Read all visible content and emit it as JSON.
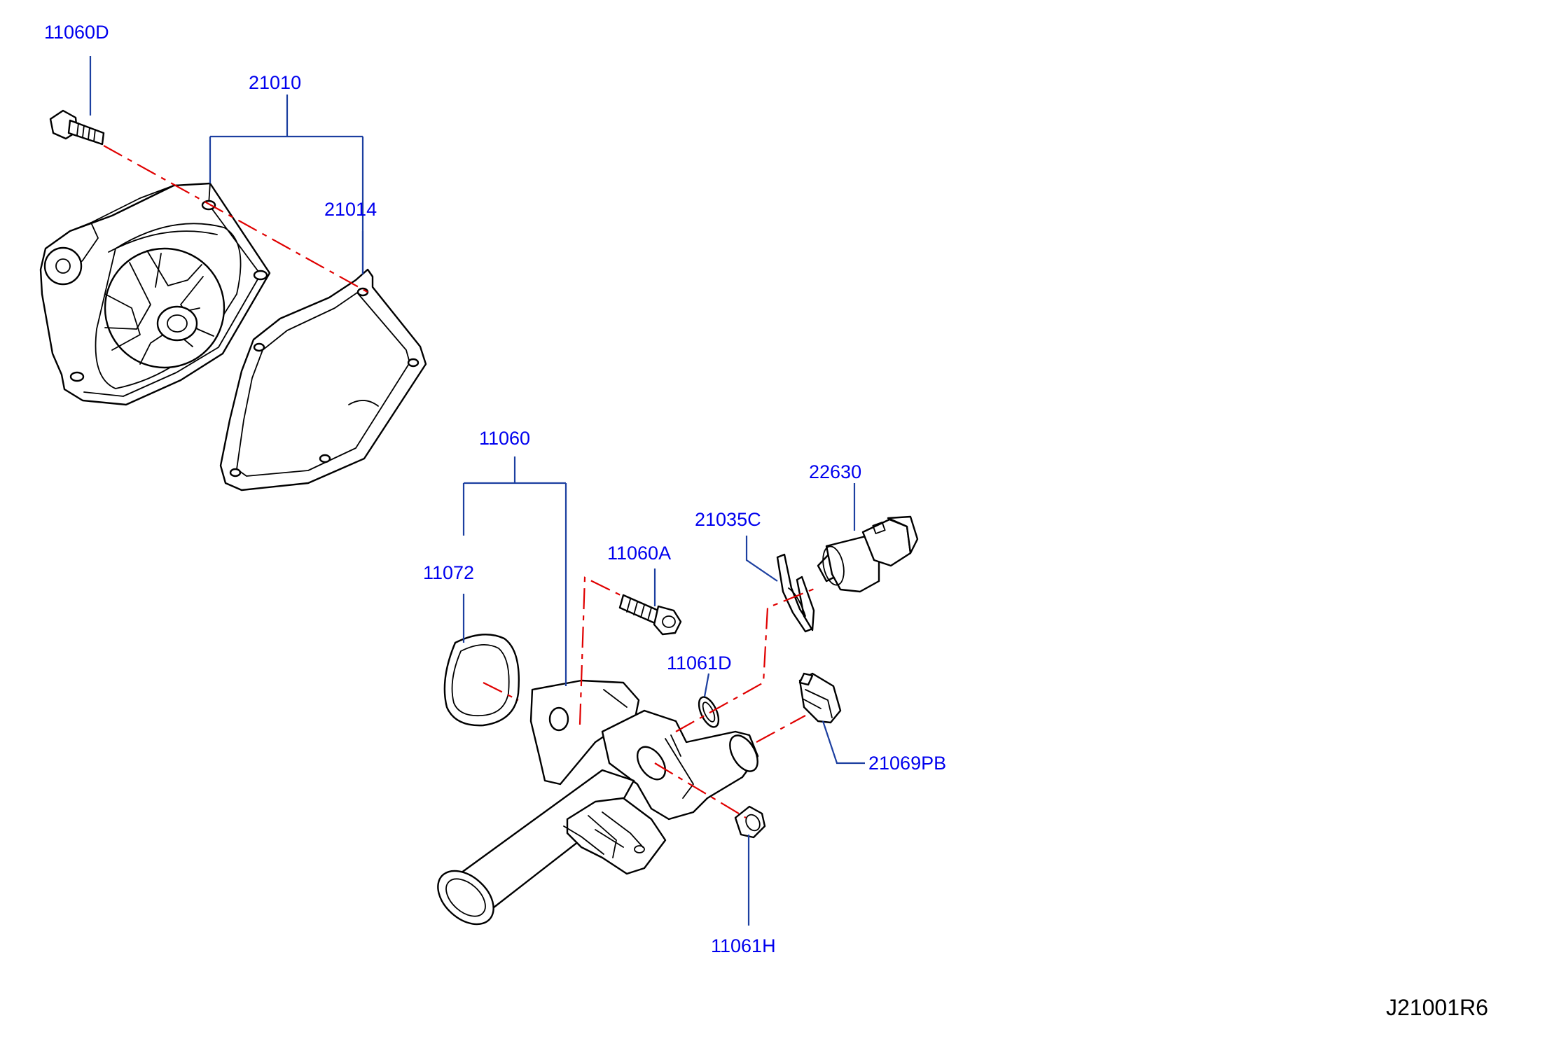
{
  "diagram_code": "J21001R6",
  "callouts": {
    "c11060D": "11060D",
    "c21010": "21010",
    "c21014": "21014",
    "c11060": "11060",
    "c11072": "11072",
    "c11060A": "11060A",
    "c21035C": "21035C",
    "c22630": "22630",
    "c11061D": "11061D",
    "c21069PB": "21069PB",
    "c11061H": "11061H"
  },
  "colors": {
    "label": "#0000ee",
    "leader": "#1c3fa0",
    "center_line": "#e00000",
    "outline": "#000000"
  }
}
